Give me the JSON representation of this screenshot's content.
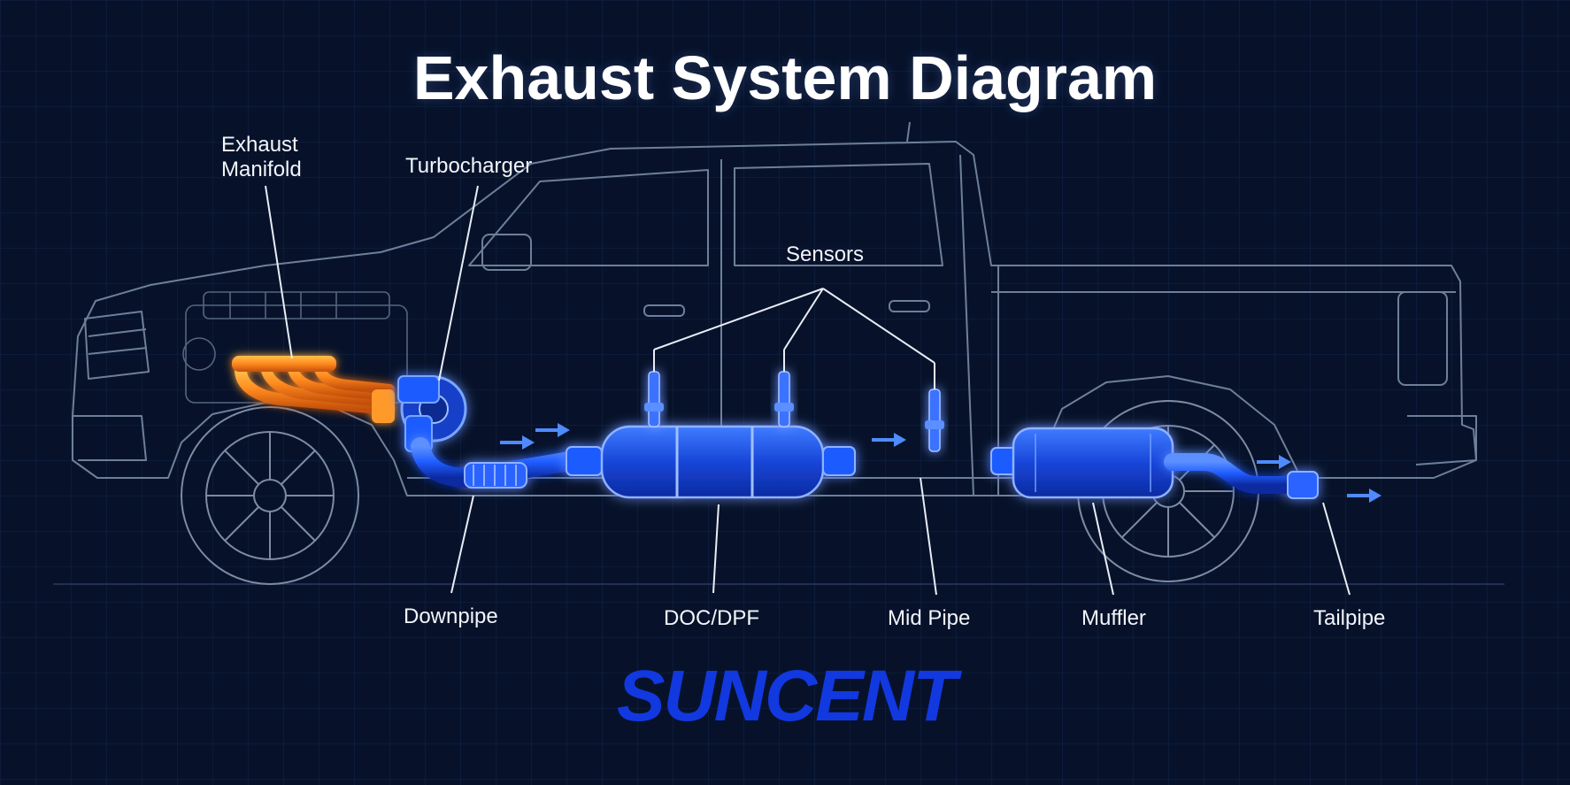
{
  "title": "Exhaust System Diagram",
  "labels": {
    "exhaust_manifold_line1": "Exhaust",
    "exhaust_manifold_line2": "Manifold",
    "turbocharger": "Turbocharger",
    "sensors": "Sensors",
    "downpipe": "Downpipe",
    "doc_dpf": "DOC/DPF",
    "mid_pipe": "Mid Pipe",
    "muffler": "Muffler",
    "tailpipe": "Tailpipe"
  },
  "brand": {
    "logo_text": "SUNCENT"
  },
  "colors": {
    "background": "#07122a",
    "grid": "#0f2246",
    "truck_outline": "#6f7f99",
    "manifold_hot": "#ff8a1f",
    "exhaust_blue": "#1f5cff",
    "exhaust_glow": "#4f8bff",
    "brand_blue": "#1238e0",
    "text": "#f2f5fb"
  },
  "icons": {
    "flow_arrow": "flow-arrow-icon",
    "turbo": "turbocharger-icon",
    "sensor": "sensor-icon"
  }
}
